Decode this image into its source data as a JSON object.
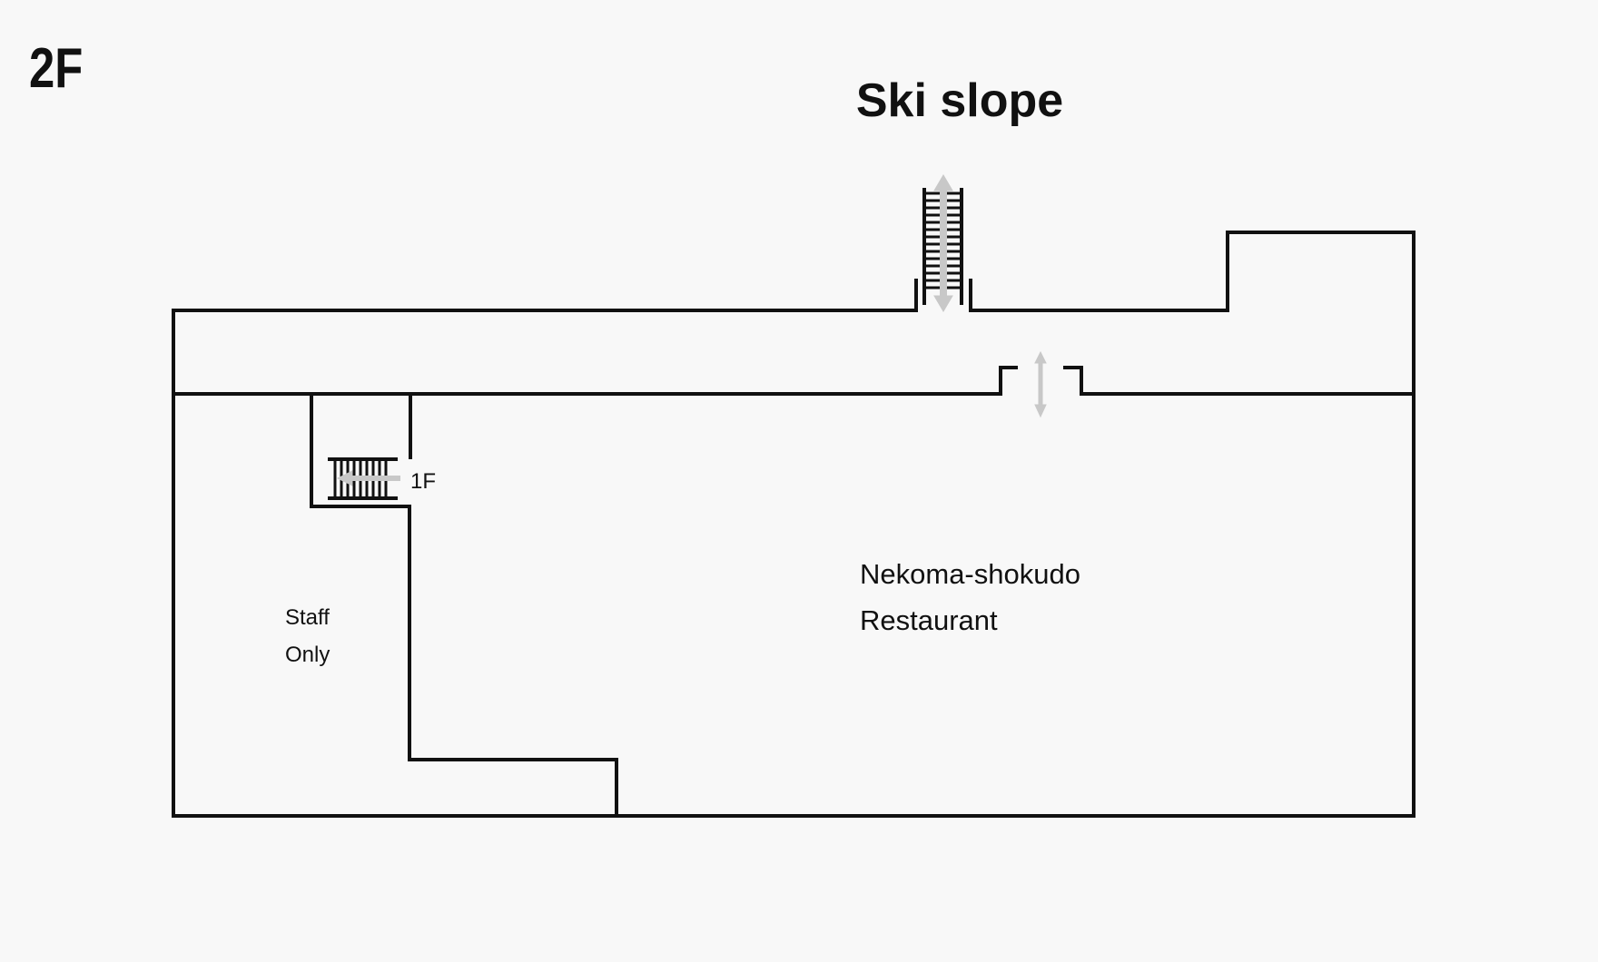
{
  "floor_label": "2F",
  "title": "Ski slope",
  "rooms": {
    "restaurant": {
      "name": "Nekoma-shokudo",
      "type": "Restaurant"
    },
    "staff": {
      "line1": "Staff",
      "line2": "Only"
    }
  },
  "stairs_label": "1F",
  "colors": {
    "background": "#f8f8f8",
    "wall": "#111111",
    "arrow": "#c8c8c8"
  },
  "icons": [
    "staircase-icon",
    "two-way-arrow-icon",
    "left-arrow-icon"
  ]
}
